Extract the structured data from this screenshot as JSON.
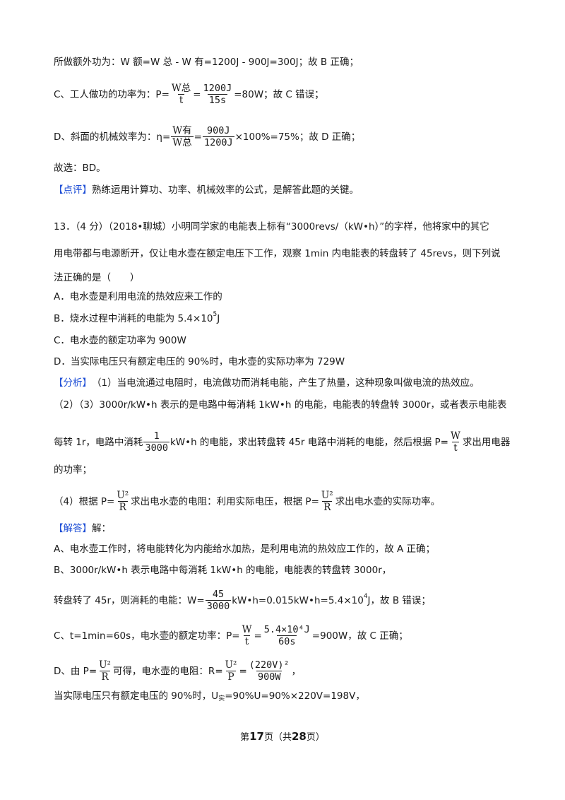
{
  "lines": {
    "l1": "所做额外功为：W 额=W 总 - W 有=1200J - 900J=300J；故 B 正确；",
    "l2_pre": "C、工人做功的功率为：P=",
    "l2_num": "W总",
    "l2_den": "t",
    "l2_eq": "=",
    "l2_num2": "1200J",
    "l2_den2": "15s",
    "l2_post": "=80W；故 C 错误；",
    "l3_pre": "D、斜面的机械效率为：η=",
    "l3_num": "W有",
    "l3_den": "W总",
    "l3_eq": "=",
    "l3_num2": "900J",
    "l3_den2": "1200J",
    "l3_post": "×100%=75%；故 D 正确；",
    "l4": "故选：BD。",
    "l5_tag": "【点评】",
    "l5_text": "熟练运用计算功、功率、机械效率的公式，是解答此题的关键。",
    "q13_1": "13．（4 分）（2018•聊城）小明同学家的电能表上标有“3000revs/（kW•h）”的字样，他将家中的其它",
    "q13_2": "用电带都与电源断开，仅让电水壶在额定电压下工作，观察 1min 内电能表的转盘转了 45revs，则下列说",
    "q13_3": "法正确的是（　　）",
    "optA": "A．电水壶是利用电流的热效应来工作的",
    "optB_pre": "B．烧水过程中消耗的电能为 5.4×10",
    "optB_sup": "5",
    "optB_post": "J",
    "optC": "C．电水壶的额定功率为 900W",
    "optD": "D．当实际电压只有额定电压的 90%时，电水壶的实际功率为 729W",
    "an_tag": "【分析】",
    "an1": "（1）当电流通过电阻时，电流做功而消耗电能，产生了热量，这种现象叫做电流的热效应。",
    "an2": "（2）（3）3000r/kW•h 表示的是电路中每消耗 1kW•h 的电能，电能表的转盘转 3000r，或者表示电能表",
    "an3_pre": "每转 1r，电路中消耗",
    "an3_num": "1",
    "an3_den": "3000",
    "an3_mid": "kW•h 的电能，求出转盘转 45r 电路中消耗的电能，然后根据 P=",
    "an3_num2": "W",
    "an3_den2": "t",
    "an3_post": "求出用电器",
    "an4": "的功率；",
    "an5_pre": "（4）根据 P=",
    "an5_num": "U²",
    "an5_den": "R",
    "an5_mid": "求出电水壶的电阻：利用实际电压，根据 P=",
    "an5_num2": "U²",
    "an5_den2": "R",
    "an5_post": "求出电水壶的实际功率。",
    "sol_tag": "【解答】",
    "sol_head": "解：",
    "solA": "A、电水壶工作时，将电能转化为内能给水加热，是利用电流的热效应工作的，故 A 正确；",
    "solB1": "B、3000r/kW•h 表示电路中每消耗 1kW•h 的电能，电能表的转盘转 3000r，",
    "solB2_pre": "转盘转了 45r，则消耗的电能：W=",
    "solB2_num": "45",
    "solB2_den": "3000",
    "solB2_mid": "kW•h=0.015kW•h=5.4×10",
    "solB2_sup": "4",
    "solB2_post": "J，故 B 错误；",
    "solC_pre": "C、t=1min=60s，电水壶的额定功率：P=",
    "solC_num": "W",
    "solC_den": "t",
    "solC_eq": "=",
    "solC_num2": "5.4×10⁴J",
    "solC_den2": "60s",
    "solC_post": "=900W，故 C 正确；",
    "solD_pre": "D、由 P=",
    "solD_num": "U²",
    "solD_den": "R",
    "solD_mid": "可得，电水壶的电阻：R=",
    "solD_num2": "U²",
    "solD_den2": "P",
    "solD_eq": "=",
    "solD_num3": "(220V)²",
    "solD_den3": "900W",
    "solD_post": "，",
    "solD2_pre": "当实际电压只有额定电压的 90%时，U",
    "solD2_sub": "实",
    "solD2_post": "=90%U=90%×220V=198V，"
  },
  "footer": {
    "p1": "第",
    "page": "17",
    "p2": "页（共",
    "total": "28",
    "p3": "页）"
  }
}
